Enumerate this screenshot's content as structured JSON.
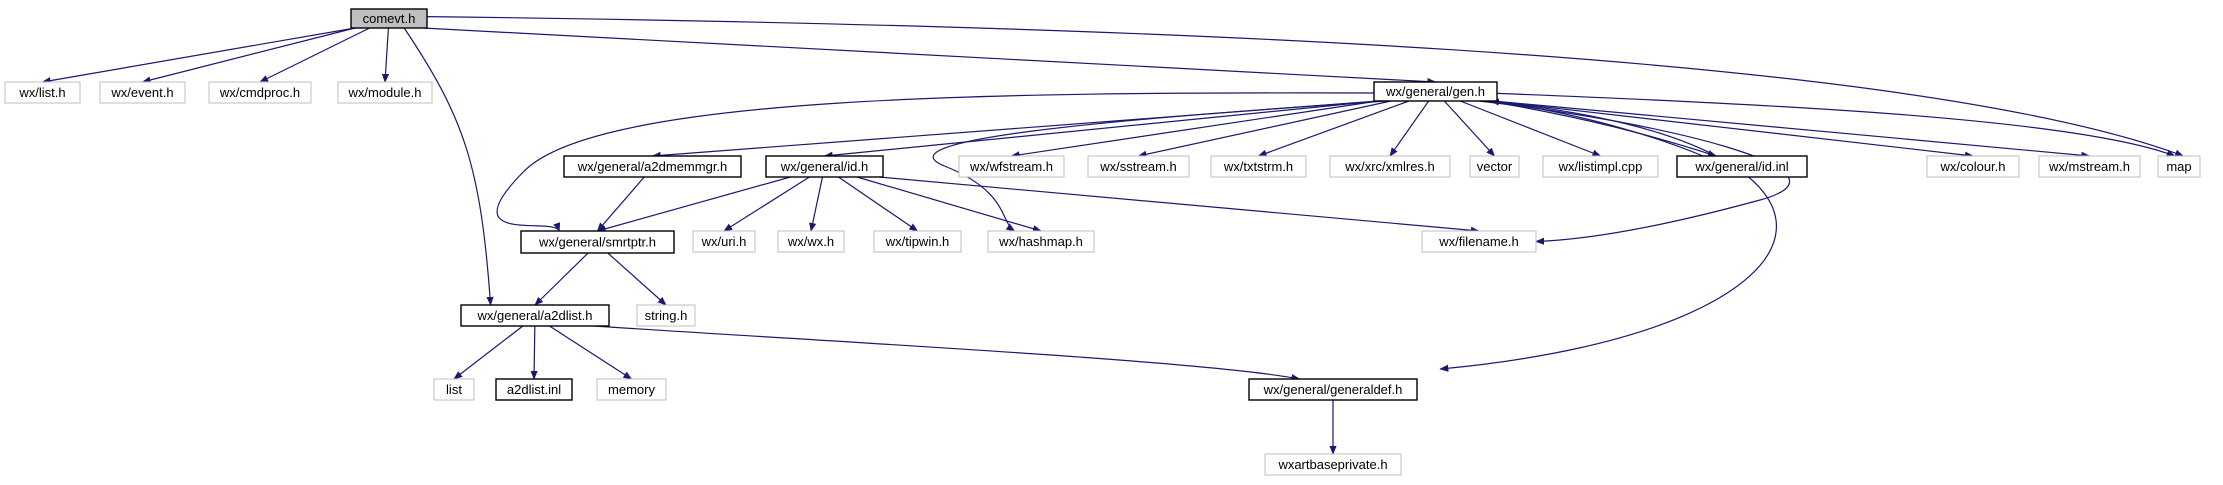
{
  "colors": {
    "edge": "#191970",
    "border_dark": "#000000",
    "border_light": "#bfbfbf",
    "root_fill": "#bfbfbf",
    "background": "#ffffff"
  },
  "nodes": {
    "comevt": {
      "label": "comevt.h",
      "style": "root"
    },
    "wxlist": {
      "label": "wx/list.h",
      "style": "light"
    },
    "wxevent": {
      "label": "wx/event.h",
      "style": "light"
    },
    "cmdproc": {
      "label": "wx/cmdproc.h",
      "style": "light"
    },
    "module": {
      "label": "wx/module.h",
      "style": "light"
    },
    "gen": {
      "label": "wx/general/gen.h",
      "style": "dark"
    },
    "map": {
      "label": "map",
      "style": "light"
    },
    "a2dmemmgr": {
      "label": "wx/general/a2dmemmgr.h",
      "style": "dark"
    },
    "id": {
      "label": "wx/general/id.h",
      "style": "dark"
    },
    "wfstream": {
      "label": "wx/wfstream.h",
      "style": "light"
    },
    "sstream": {
      "label": "wx/sstream.h",
      "style": "light"
    },
    "txtstrm": {
      "label": "wx/txtstrm.h",
      "style": "light"
    },
    "xmlres": {
      "label": "wx/xrc/xmlres.h",
      "style": "light"
    },
    "vector": {
      "label": "vector",
      "style": "light"
    },
    "listimpl": {
      "label": "wx/listimpl.cpp",
      "style": "light"
    },
    "idinl": {
      "label": "wx/general/id.inl",
      "style": "dark"
    },
    "colour": {
      "label": "wx/colour.h",
      "style": "light"
    },
    "mstream": {
      "label": "wx/mstream.h",
      "style": "light"
    },
    "smrtptr": {
      "label": "wx/general/smrtptr.h",
      "style": "dark"
    },
    "uri": {
      "label": "wx/uri.h",
      "style": "light"
    },
    "wxh": {
      "label": "wx/wx.h",
      "style": "light"
    },
    "tipwin": {
      "label": "wx/tipwin.h",
      "style": "light"
    },
    "hashmap": {
      "label": "wx/hashmap.h",
      "style": "light"
    },
    "filename": {
      "label": "wx/filename.h",
      "style": "light"
    },
    "a2dlist": {
      "label": "wx/general/a2dlist.h",
      "style": "dark"
    },
    "stringh": {
      "label": "string.h",
      "style": "light"
    },
    "list": {
      "label": "list",
      "style": "light"
    },
    "a2dlistinl": {
      "label": "a2dlist.inl",
      "style": "dark"
    },
    "memory": {
      "label": "memory",
      "style": "light"
    },
    "generaldef": {
      "label": "wx/general/generaldef.h",
      "style": "dark"
    },
    "wxartbase": {
      "label": "wxartbaseprivate.h",
      "style": "light"
    }
  },
  "edges": [
    [
      "comevt",
      "wxlist"
    ],
    [
      "comevt",
      "wxevent"
    ],
    [
      "comevt",
      "cmdproc"
    ],
    [
      "comevt",
      "module"
    ],
    [
      "comevt",
      "gen"
    ],
    [
      "comevt",
      "map"
    ],
    [
      "comevt",
      "a2dlist"
    ],
    [
      "gen",
      "a2dmemmgr"
    ],
    [
      "gen",
      "id"
    ],
    [
      "gen",
      "wfstream"
    ],
    [
      "gen",
      "sstream"
    ],
    [
      "gen",
      "txtstrm"
    ],
    [
      "gen",
      "xmlres"
    ],
    [
      "gen",
      "vector"
    ],
    [
      "gen",
      "listimpl"
    ],
    [
      "gen",
      "idinl"
    ],
    [
      "gen",
      "colour"
    ],
    [
      "gen",
      "mstream"
    ],
    [
      "gen",
      "map"
    ],
    [
      "gen",
      "smrtptr"
    ],
    [
      "gen",
      "hashmap"
    ],
    [
      "gen",
      "filename"
    ],
    [
      "gen",
      "generaldef"
    ],
    [
      "idinl",
      "gen"
    ],
    [
      "a2dmemmgr",
      "smrtptr"
    ],
    [
      "id",
      "smrtptr"
    ],
    [
      "id",
      "uri"
    ],
    [
      "id",
      "wxh"
    ],
    [
      "id",
      "tipwin"
    ],
    [
      "id",
      "hashmap"
    ],
    [
      "id",
      "filename"
    ],
    [
      "smrtptr",
      "a2dlist"
    ],
    [
      "smrtptr",
      "stringh"
    ],
    [
      "a2dlist",
      "list"
    ],
    [
      "a2dlist",
      "a2dlistinl"
    ],
    [
      "a2dlist",
      "memory"
    ],
    [
      "a2dlist",
      "generaldef"
    ],
    [
      "generaldef",
      "wxartbase"
    ]
  ]
}
